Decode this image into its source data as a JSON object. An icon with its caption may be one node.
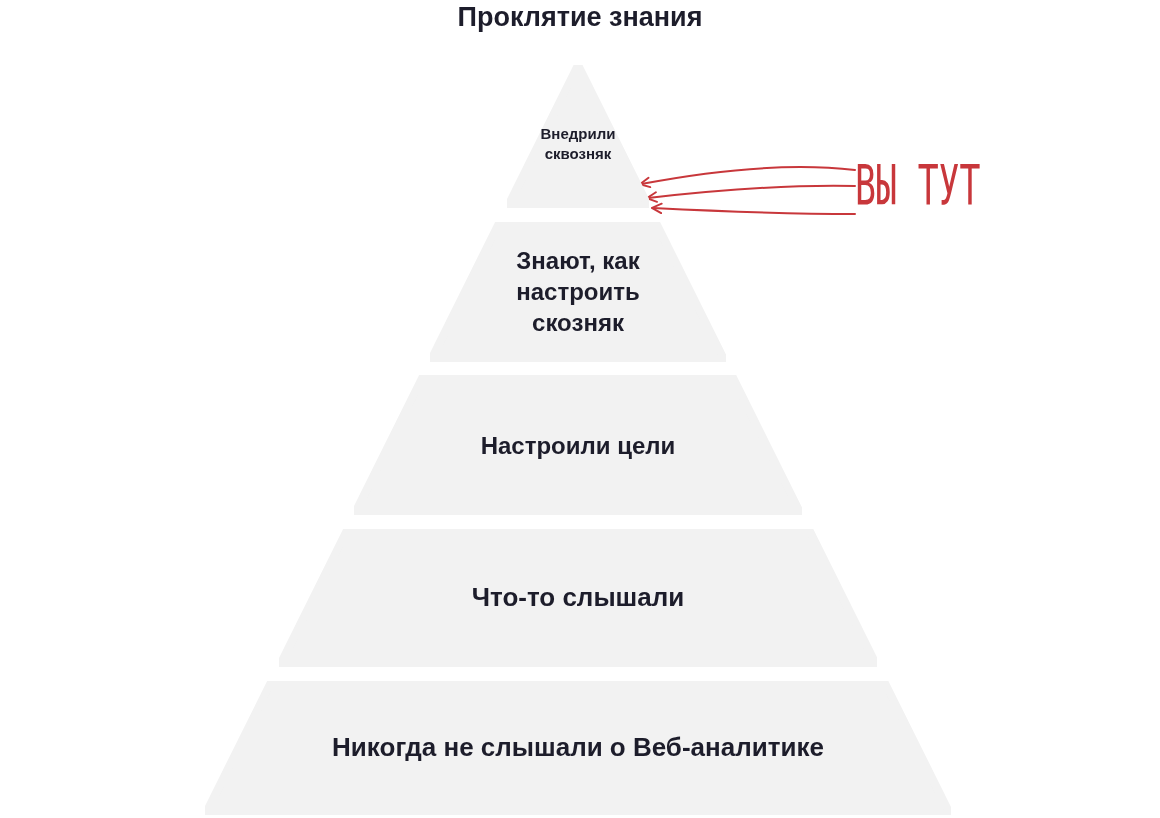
{
  "diagram": {
    "title": "Проклятие знания",
    "nodes": [
      {
        "text": [
          "Внедрили сквозняк"
        ]
      },
      {
        "text": [
          "Знают, как настроить скозняк"
        ]
      },
      {
        "text": [
          "Настроили цели"
        ]
      },
      {
        "text": [
          "Что-то слышали"
        ]
      },
      {
        "text": [
          "Никогда не слышали о Веб-аналитике"
        ]
      },
      {
        "text": [
          "ВЫ ТУТ"
        ]
      }
    ],
    "edges": [
      {
        "from": 5,
        "to": 0,
        "arrow": "to",
        "color": "#c8373b"
      },
      {
        "from": 5,
        "to": 0,
        "arrow": "to",
        "color": "#c8373b"
      },
      {
        "from": 5,
        "to": 0,
        "arrow": "to",
        "color": "#c8373b"
      }
    ]
  }
}
